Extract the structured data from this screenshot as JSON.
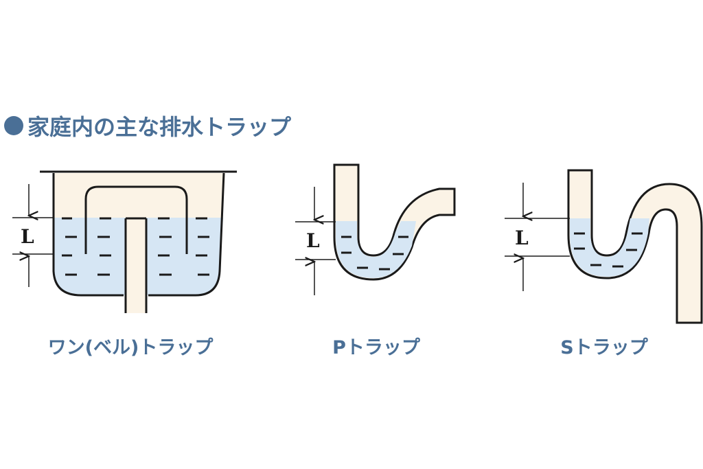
{
  "title": "家庭内の主な排水トラップ",
  "dimension_label": "L",
  "traps": [
    {
      "name": "ワン(ベル)トラップ"
    },
    {
      "name": "Pトラップ"
    },
    {
      "name": "Sトラップ"
    }
  ],
  "colors": {
    "title": "#4a6f96",
    "water": "#d6e6f4",
    "pipe": "#fbf3e6",
    "stroke": "#1a1a1a"
  }
}
